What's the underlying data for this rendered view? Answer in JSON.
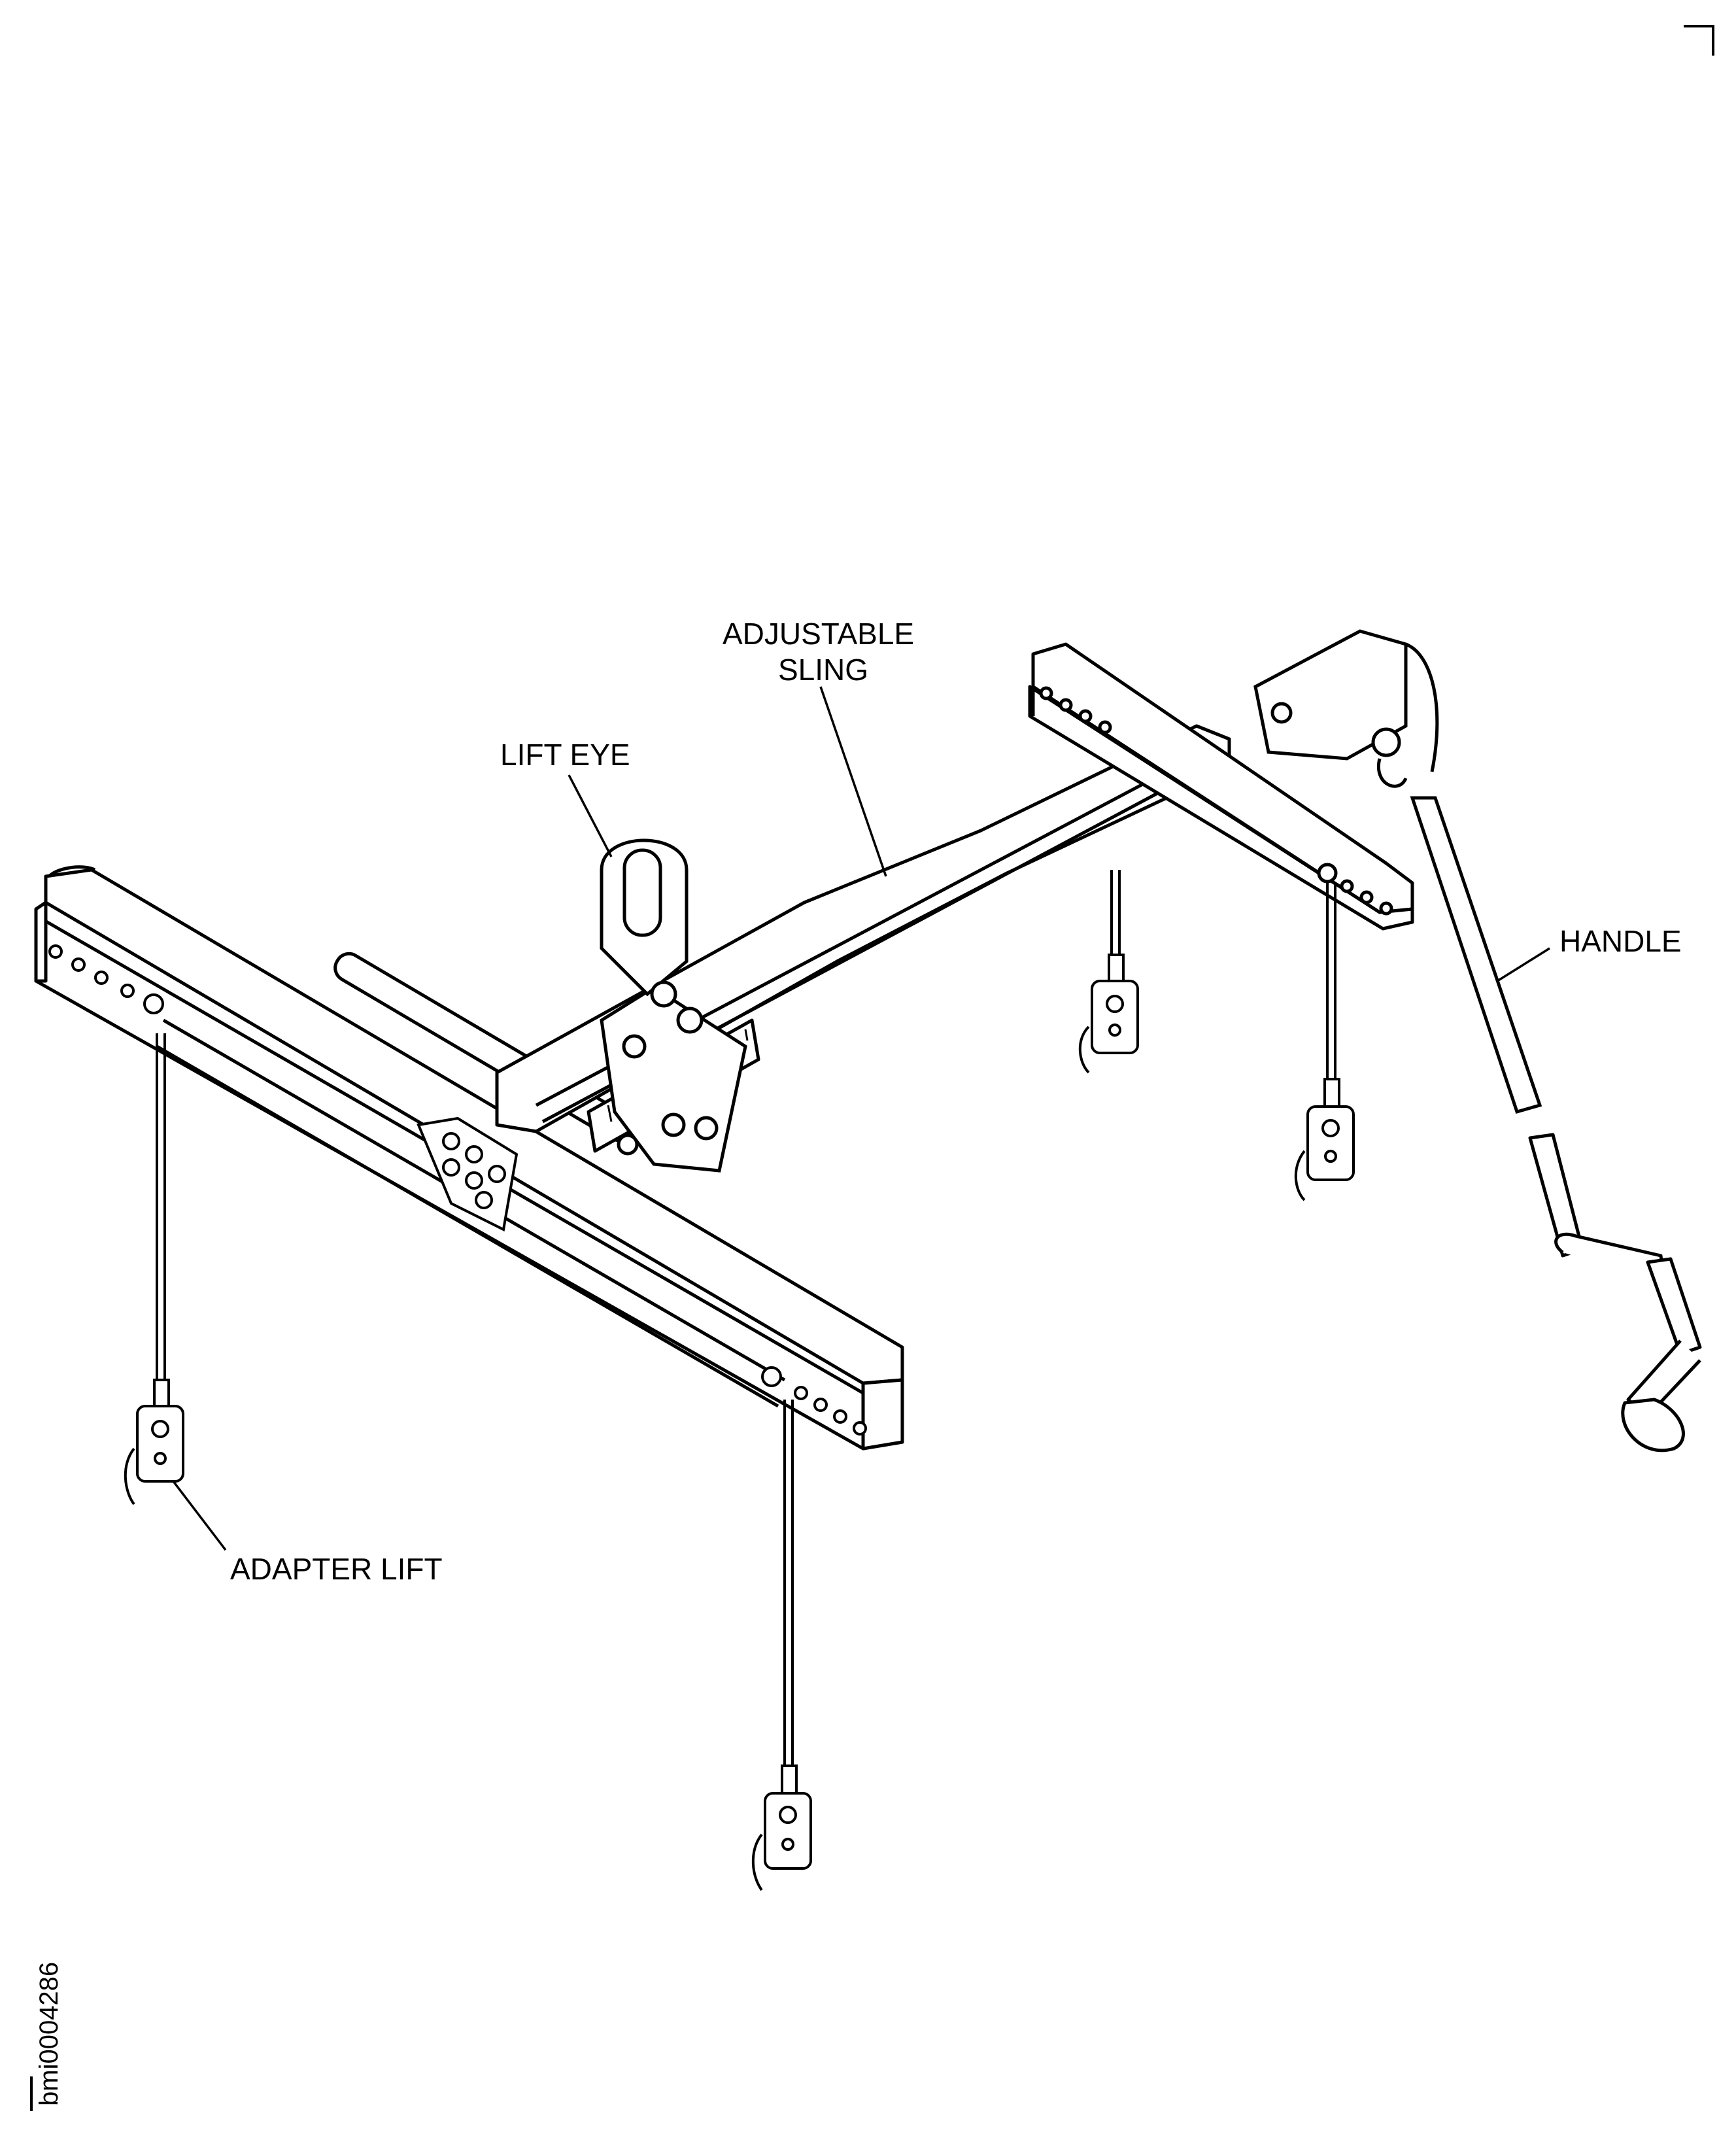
{
  "labels": {
    "adjustable_sling_line1": "ADJUSTABLE",
    "adjustable_sling_line2": "SLING",
    "lift_eye": "LIFT EYE",
    "handle": "HANDLE",
    "adapter_lift": "ADAPTER LIFT"
  },
  "figure_id": "bmi0004286",
  "colors": {
    "ink": "#000000",
    "paper": "#ffffff",
    "shade": "#d9d9d9"
  }
}
